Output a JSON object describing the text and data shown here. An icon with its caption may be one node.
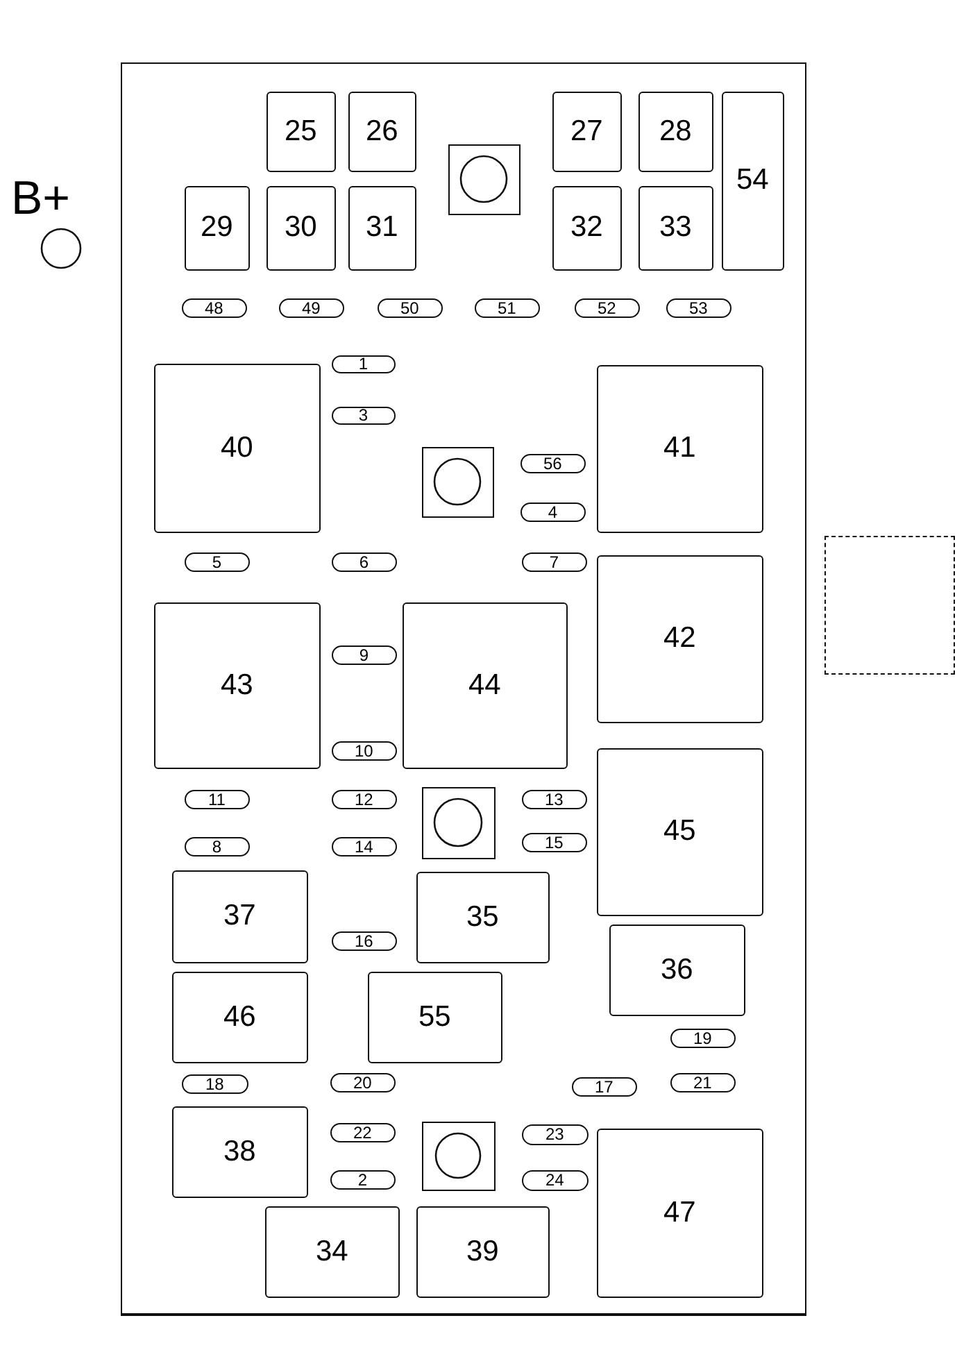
{
  "diagram": {
    "nodes": [
      {
        "text": [
          "B+"
        ]
      },
      {
        "text": [],
        "shape": "box"
      },
      {
        "text": [
          "25"
        ],
        "in": 1
      },
      {
        "text": [
          "26"
        ],
        "in": 1
      },
      {
        "text": [],
        "shape": "box",
        "in": 1
      },
      {
        "text": [
          "27"
        ],
        "in": 1
      },
      {
        "text": [
          "28"
        ],
        "in": 1
      },
      {
        "text": [
          "54"
        ],
        "in": 1
      },
      {
        "text": [
          "29"
        ],
        "in": 1
      },
      {
        "text": [
          "30"
        ],
        "in": 1
      },
      {
        "text": [
          "31"
        ],
        "in": 1
      },
      {
        "text": [
          "32"
        ],
        "in": 1
      },
      {
        "text": [
          "33"
        ],
        "in": 1
      },
      {
        "text": [
          "48"
        ],
        "in": 1
      },
      {
        "text": [
          "49"
        ],
        "in": 1
      },
      {
        "text": [
          "50"
        ],
        "in": 1
      },
      {
        "text": [
          "51"
        ],
        "in": 1
      },
      {
        "text": [
          "52"
        ],
        "in": 1
      },
      {
        "text": [
          "53"
        ],
        "in": 1
      },
      {
        "text": [
          "1"
        ],
        "in": 1
      },
      {
        "text": [
          "40"
        ],
        "in": 1
      },
      {
        "text": [
          "3"
        ],
        "in": 1
      },
      {
        "text": [
          "41"
        ],
        "in": 1
      },
      {
        "text": [],
        "shape": "box",
        "in": 1
      },
      {
        "text": [
          "56"
        ],
        "in": 1
      },
      {
        "text": [
          "4"
        ],
        "in": 1
      },
      {
        "text": [
          "5"
        ],
        "in": 1
      },
      {
        "text": [
          "6"
        ],
        "in": 1
      },
      {
        "text": [
          "7"
        ],
        "in": 1
      },
      {
        "text": [
          "42"
        ],
        "in": 1
      },
      {
        "text": [
          "43"
        ],
        "in": 1
      },
      {
        "text": [
          "9"
        ],
        "in": 1
      },
      {
        "text": [
          "44"
        ],
        "in": 1
      },
      {
        "text": [
          "10"
        ],
        "in": 1
      },
      {
        "text": [
          "11"
        ],
        "in": 1
      },
      {
        "text": [
          "12"
        ],
        "in": 1
      },
      {
        "text": [],
        "shape": "box",
        "in": 1
      },
      {
        "text": [
          "13"
        ],
        "in": 1
      },
      {
        "text": [
          "45"
        ],
        "in": 1
      },
      {
        "text": [
          "8"
        ],
        "in": 1
      },
      {
        "text": [
          "14"
        ],
        "in": 1
      },
      {
        "text": [
          "15"
        ],
        "in": 1
      },
      {
        "text": [
          "37"
        ],
        "in": 1
      },
      {
        "text": [
          "35"
        ],
        "in": 1
      },
      {
        "text": [
          "16"
        ],
        "in": 1
      },
      {
        "text": [
          "36"
        ],
        "in": 1
      },
      {
        "text": [
          "46"
        ],
        "in": 1
      },
      {
        "text": [
          "55"
        ],
        "in": 1
      },
      {
        "text": [
          "19"
        ],
        "in": 1
      },
      {
        "text": [
          "18"
        ],
        "in": 1
      },
      {
        "text": [
          "20"
        ],
        "in": 1
      },
      {
        "text": [
          "17"
        ],
        "in": 1
      },
      {
        "text": [
          "21"
        ],
        "in": 1
      },
      {
        "text": [
          "38"
        ],
        "in": 1
      },
      {
        "text": [
          "22"
        ],
        "in": 1
      },
      {
        "text": [],
        "shape": "box",
        "in": 1
      },
      {
        "text": [
          "23"
        ],
        "in": 1
      },
      {
        "text": [
          "47"
        ],
        "in": 1
      },
      {
        "text": [
          "2"
        ],
        "in": 1
      },
      {
        "text": [
          "24"
        ],
        "in": 1
      },
      {
        "text": [
          "34"
        ],
        "in": 1
      },
      {
        "text": [
          "39"
        ],
        "in": 1
      },
      {
        "text": [],
        "shape": "box"
      }
    ]
  }
}
